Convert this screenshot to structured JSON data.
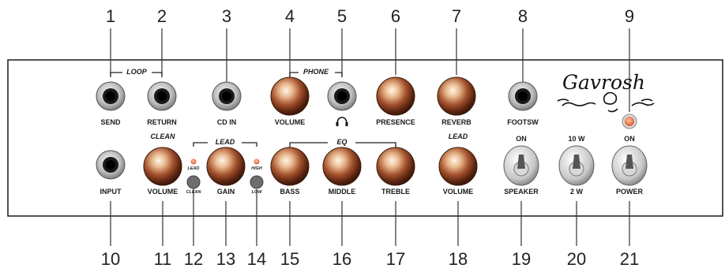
{
  "callouts_top": [
    "1",
    "2",
    "3",
    "4",
    "5",
    "6",
    "7",
    "8",
    "9"
  ],
  "callouts_bottom": [
    "10",
    "11",
    "12",
    "13",
    "14",
    "15",
    "16",
    "17",
    "18",
    "19",
    "20",
    "21"
  ],
  "groups": {
    "loop": "LOOP",
    "phone": "PHONE",
    "lead": "LEAD",
    "eq": "EQ",
    "clean": "CLEAN",
    "lead2": "LEAD"
  },
  "labels_top": {
    "send": "SEND",
    "return": "RETURN",
    "cd_in": "CD IN",
    "volume": "VOLUME",
    "presence": "PRESENCE",
    "reverb": "REVERB",
    "footsw": "FOOTSW"
  },
  "labels_bottom": {
    "input": "INPUT",
    "volume": "VOLUME",
    "gain": "GAIN",
    "bass": "BASS",
    "middle": "MIDDLE",
    "treble": "TREBLE",
    "lead_volume": "VOLUME",
    "speaker": "SPEAKER",
    "power_2w": "2 W",
    "power": "POWER"
  },
  "switch_labels": {
    "speaker_on": "ON",
    "watt_10": "10 W",
    "power_on": "ON"
  },
  "mini": {
    "lead": "LEAD",
    "clean": "CLEAN",
    "high": "HIGH",
    "low": "LOW"
  },
  "brand": "Gavrosh",
  "headphone_icon": "headphones-icon"
}
